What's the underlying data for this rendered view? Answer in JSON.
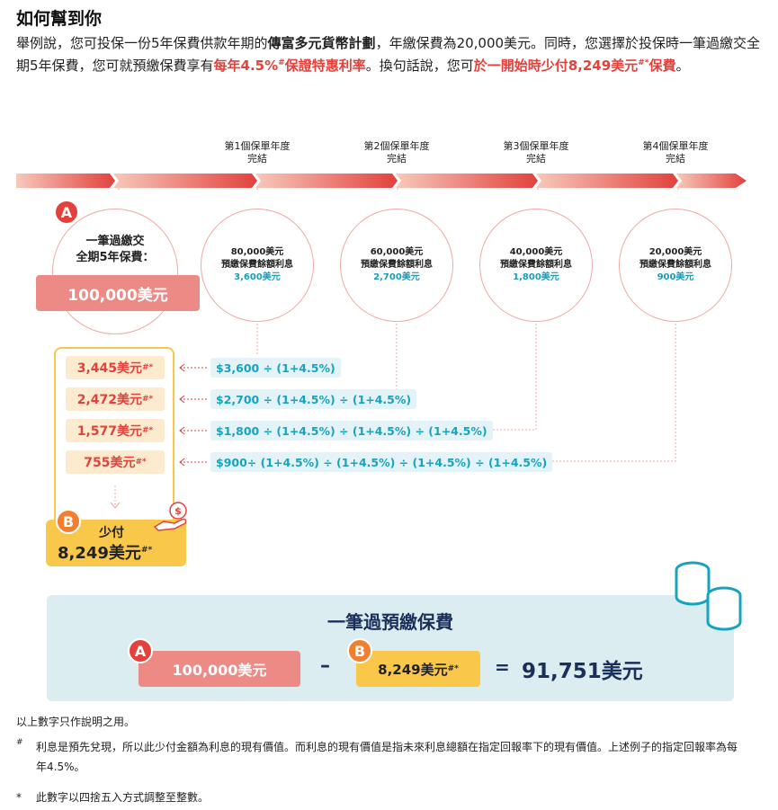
{
  "heading": "如何幫到你",
  "intro": {
    "p1": "舉例說，您可投保一份5年保費供款年期的",
    "product": "傳富多元貨幣計劃",
    "p2": "，年繳保費為20,000美元。同時，您選擇於投保時一筆過繳交全期5年保費，您可就預繳保費享有",
    "rate": "每年4.5%",
    "rate_mark": "#",
    "rate_tail": "保證特惠利率",
    "p3": "。換句話說，您可",
    "saving": "於一開始時少付8,249美元",
    "saving_mark": "#*",
    "saving_tail": "保費",
    "p4": "。"
  },
  "timeline": {
    "years": [
      "第1個保單年度\n完結",
      "第2個保單年度\n完結",
      "第3個保單年度\n完結",
      "第4個保單年度\n完結"
    ],
    "circles": [
      {
        "balance": "80,000美元",
        "label": "預繳保費餘額利息",
        "interest": "3,600美元"
      },
      {
        "balance": "60,000美元",
        "label": "預繳保費餘額利息",
        "interest": "2,700美元"
      },
      {
        "balance": "40,000美元",
        "label": "預繳保費餘額利息",
        "interest": "1,800美元"
      },
      {
        "balance": "20,000美元",
        "label": "預繳保費餘額利息",
        "interest": "900美元"
      }
    ]
  },
  "badges": {
    "a": "A",
    "b": "B"
  },
  "lump": {
    "line1": "一筆過繳交",
    "line2": "全期5年保費：",
    "amount": "100,000美元"
  },
  "pv": [
    {
      "value": "3,445美元",
      "mark": "#*",
      "formula": "$3,600 ÷ (1+4.5%)"
    },
    {
      "value": "2,472美元",
      "mark": "#*",
      "formula": "$2,700 ÷ (1+4.5%) ÷ (1+4.5%)"
    },
    {
      "value": "1,577美元",
      "mark": "#*",
      "formula": "$1,800 ÷ (1+4.5%) ÷ (1+4.5%) ÷ (1+4.5%)"
    },
    {
      "value": "755美元",
      "mark": "#*",
      "formula": "$900÷ (1+4.5%) ÷ (1+4.5%) ÷ (1+4.5%) ÷ (1+4.5%)"
    }
  ],
  "less": {
    "label": "少付",
    "amount": "8,249美元",
    "mark": "#*"
  },
  "summary": {
    "title": "一筆過預繳保費",
    "a_amount": "100,000美元",
    "minus": "–",
    "b_amount": "8,249美元",
    "b_mark": "#*",
    "equals": "=",
    "result": "91,751美元"
  },
  "footnotes": {
    "note": "以上數字只作說明之用。",
    "hash_sym": "#",
    "hash_text": "利息是預先兌現，所以此少付金額為利息的現有價值。而利息的現有價值是指未來利息總額在指定回報率下的現有價值。上述例子的指定回報率為每年4.5%。",
    "star_sym": "*",
    "star_text": "此數字以四捨五入方式調整至整數。"
  },
  "colors": {
    "red": "#e2413c",
    "orange": "#f08030",
    "teal": "#17a3c0",
    "yellow": "#f9c84a"
  }
}
